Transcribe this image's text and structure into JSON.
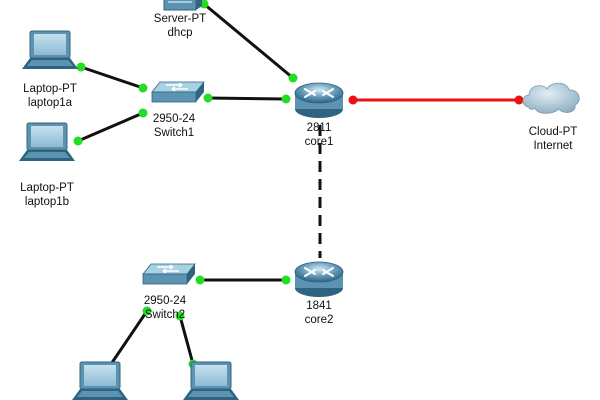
{
  "devices": [
    {
      "id": "server-dhcp",
      "model": "Server-PT",
      "name": "dhcp",
      "icon": "server-icon"
    },
    {
      "id": "laptop1a",
      "model": "Laptop-PT",
      "name": "laptop1a",
      "icon": "laptop-icon"
    },
    {
      "id": "laptop1b",
      "model": "Laptop-PT",
      "name": "laptop1b",
      "icon": "laptop-icon"
    },
    {
      "id": "switch1",
      "model": "2950-24",
      "name": "Switch1",
      "icon": "switch-icon"
    },
    {
      "id": "core1",
      "model": "2811",
      "name": "core1",
      "icon": "router-icon"
    },
    {
      "id": "cloud",
      "model": "Cloud-PT",
      "name": "Internet",
      "icon": "cloud-icon"
    },
    {
      "id": "core2",
      "model": "1841",
      "name": "core2",
      "icon": "router-icon"
    },
    {
      "id": "switch2",
      "model": "2950-24",
      "name": "Switch2",
      "icon": "switch-icon"
    },
    {
      "id": "laptop2a",
      "model": "",
      "name": "",
      "icon": "laptop-icon"
    },
    {
      "id": "laptop2b",
      "model": "",
      "name": "",
      "icon": "laptop-icon"
    }
  ],
  "links": [
    {
      "from": "server-dhcp",
      "to": "core1",
      "type": "copper-straight",
      "status": "up"
    },
    {
      "from": "laptop1a",
      "to": "switch1",
      "type": "copper-straight",
      "status": "up"
    },
    {
      "from": "laptop1b",
      "to": "switch1",
      "type": "copper-straight",
      "status": "up"
    },
    {
      "from": "switch1",
      "to": "core1",
      "type": "copper-straight",
      "status": "up"
    },
    {
      "from": "core1",
      "to": "cloud",
      "type": "serial",
      "status": "down"
    },
    {
      "from": "core1",
      "to": "core2",
      "type": "copper-cross",
      "status": "unknown"
    },
    {
      "from": "core2",
      "to": "switch2",
      "type": "copper-straight",
      "status": "up"
    },
    {
      "from": "switch2",
      "to": "laptop2a",
      "type": "copper-straight",
      "status": "up"
    },
    {
      "from": "switch2",
      "to": "laptop2b",
      "type": "copper-straight",
      "status": "up"
    }
  ],
  "colors": {
    "link_up": "#22dd22",
    "link_down": "#ee1111",
    "cable": "#111111",
    "serial_cable": "#ee1111",
    "device_blue": "#5b93b0",
    "device_dark": "#2f6481",
    "device_light": "#a9d1e4",
    "cloud": "#a8c6d6"
  }
}
